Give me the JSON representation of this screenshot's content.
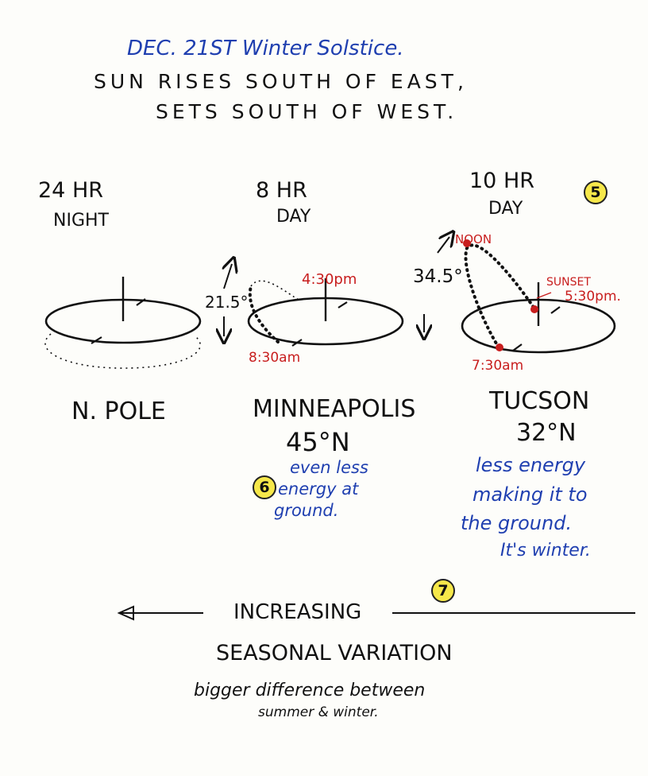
{
  "header": {
    "line1": "DEC. 21ST Winter Solstice.",
    "line2": "SUN RISES SOUTH OF EAST,",
    "line3": "SETS SOUTH OF WEST."
  },
  "columns": [
    {
      "top_line1": "24 HR",
      "top_line2": "NIGHT",
      "place": "N. POLE"
    },
    {
      "top_line1": "8 HR",
      "top_line2": "DAY",
      "angle": "21.5°",
      "noon_time": "4:30pm",
      "sunrise_time": "8:30am",
      "place": "MINNEAPOLIS",
      "latitude": "45°N",
      "badge": "6",
      "note_line1": "even less",
      "note_line2": "energy at",
      "note_line3": "ground."
    },
    {
      "top_line1": "10 HR",
      "top_line2": "DAY",
      "badge": "5",
      "angle": "34.5°",
      "noon_label": "NOON",
      "sunset_label": "SUNSET",
      "sunset_time": "5:30pm.",
      "sunrise_time": "7:30am",
      "place": "TUCSON",
      "latitude": "32°N",
      "note_line1": "less energy",
      "note_line2": "making it to",
      "note_line3": "the ground.",
      "note_line4": "It's winter."
    }
  ],
  "bottom": {
    "badge": "7",
    "arrow_label": "INCREASING",
    "line2": "SEASONAL VARIATION",
    "line3": "bigger difference between",
    "line4": "summer & winter."
  }
}
